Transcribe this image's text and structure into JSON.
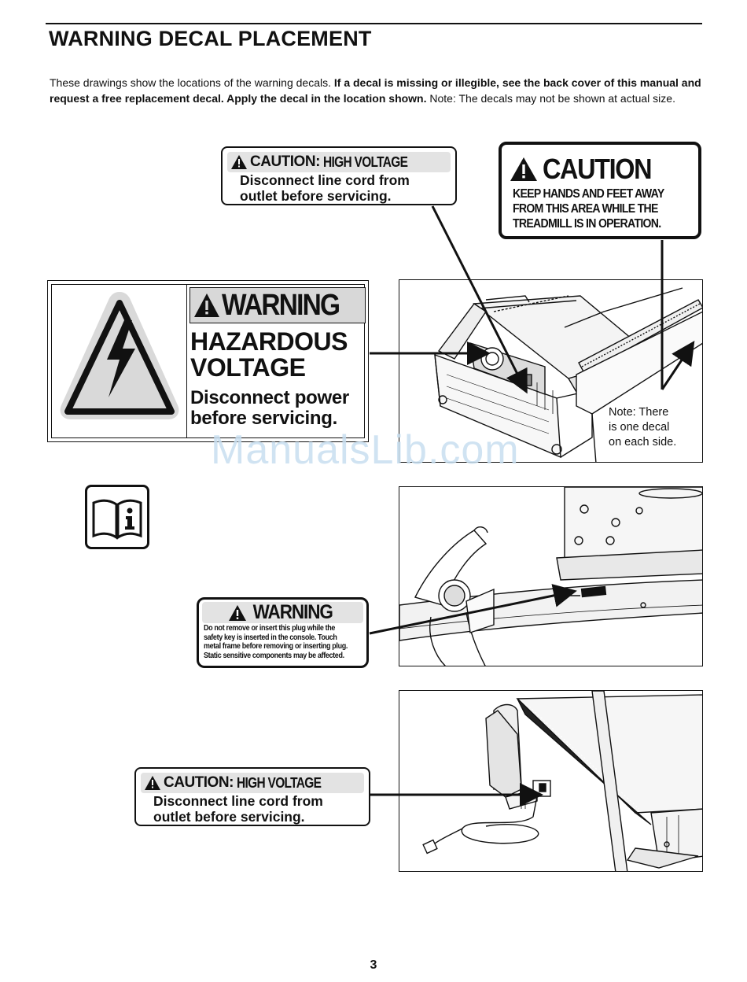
{
  "header": {
    "title": "WARNING DECAL PLACEMENT"
  },
  "intro": {
    "lead": "These drawings show the locations of the warning decals. ",
    "bold": "If a decal is missing or illegible, see the back cover of this manual and request a free replacement decal. Apply the decal in the location shown.",
    "tail": " Note: The decals may not be shown at actual size."
  },
  "decals": {
    "caution_hv_top": {
      "word": "CAUTION",
      "colon": ":",
      "sub": "HIGH VOLTAGE",
      "line1": "Disconnect line cord from",
      "line2": "outlet before servicing."
    },
    "caution_hands": {
      "word": "CAUTION",
      "line1": "KEEP HANDS AND FEET AWAY",
      "line2": "FROM THIS AREA WHILE THE",
      "line3": "TREADMILL IS IN OPERATION."
    },
    "hazardous_voltage": {
      "word": "WARNING",
      "line1": "HAZARDOUS",
      "line2": "VOLTAGE",
      "line3": "Disconnect power",
      "line4": "before servicing."
    },
    "warning_plug": {
      "word": "WARNING",
      "line1": "Do not remove or insert this plug while the",
      "line2": "safety key is inserted in the console.  Touch",
      "line3": "metal frame before removing or inserting plug.",
      "line4": "Static sensitive components may be affected."
    },
    "caution_hv_bottom": {
      "word": "CAUTION",
      "colon": ":",
      "sub": "HIGH VOLTAGE",
      "line1": "Disconnect line cord from",
      "line2": "outlet before servicing."
    }
  },
  "note": {
    "line1": "Note: There",
    "line2": "is one decal",
    "line3": "on each side."
  },
  "watermark": "ManualsLib.com",
  "footer": {
    "page_number": "3"
  },
  "icons": [
    "warning-triangle-icon",
    "lightning-bolt-icon",
    "read-manual-icon"
  ],
  "colors": {
    "ink": "#111111",
    "decal_band": "#d8d8d8",
    "watermark": "#c8dff0"
  }
}
